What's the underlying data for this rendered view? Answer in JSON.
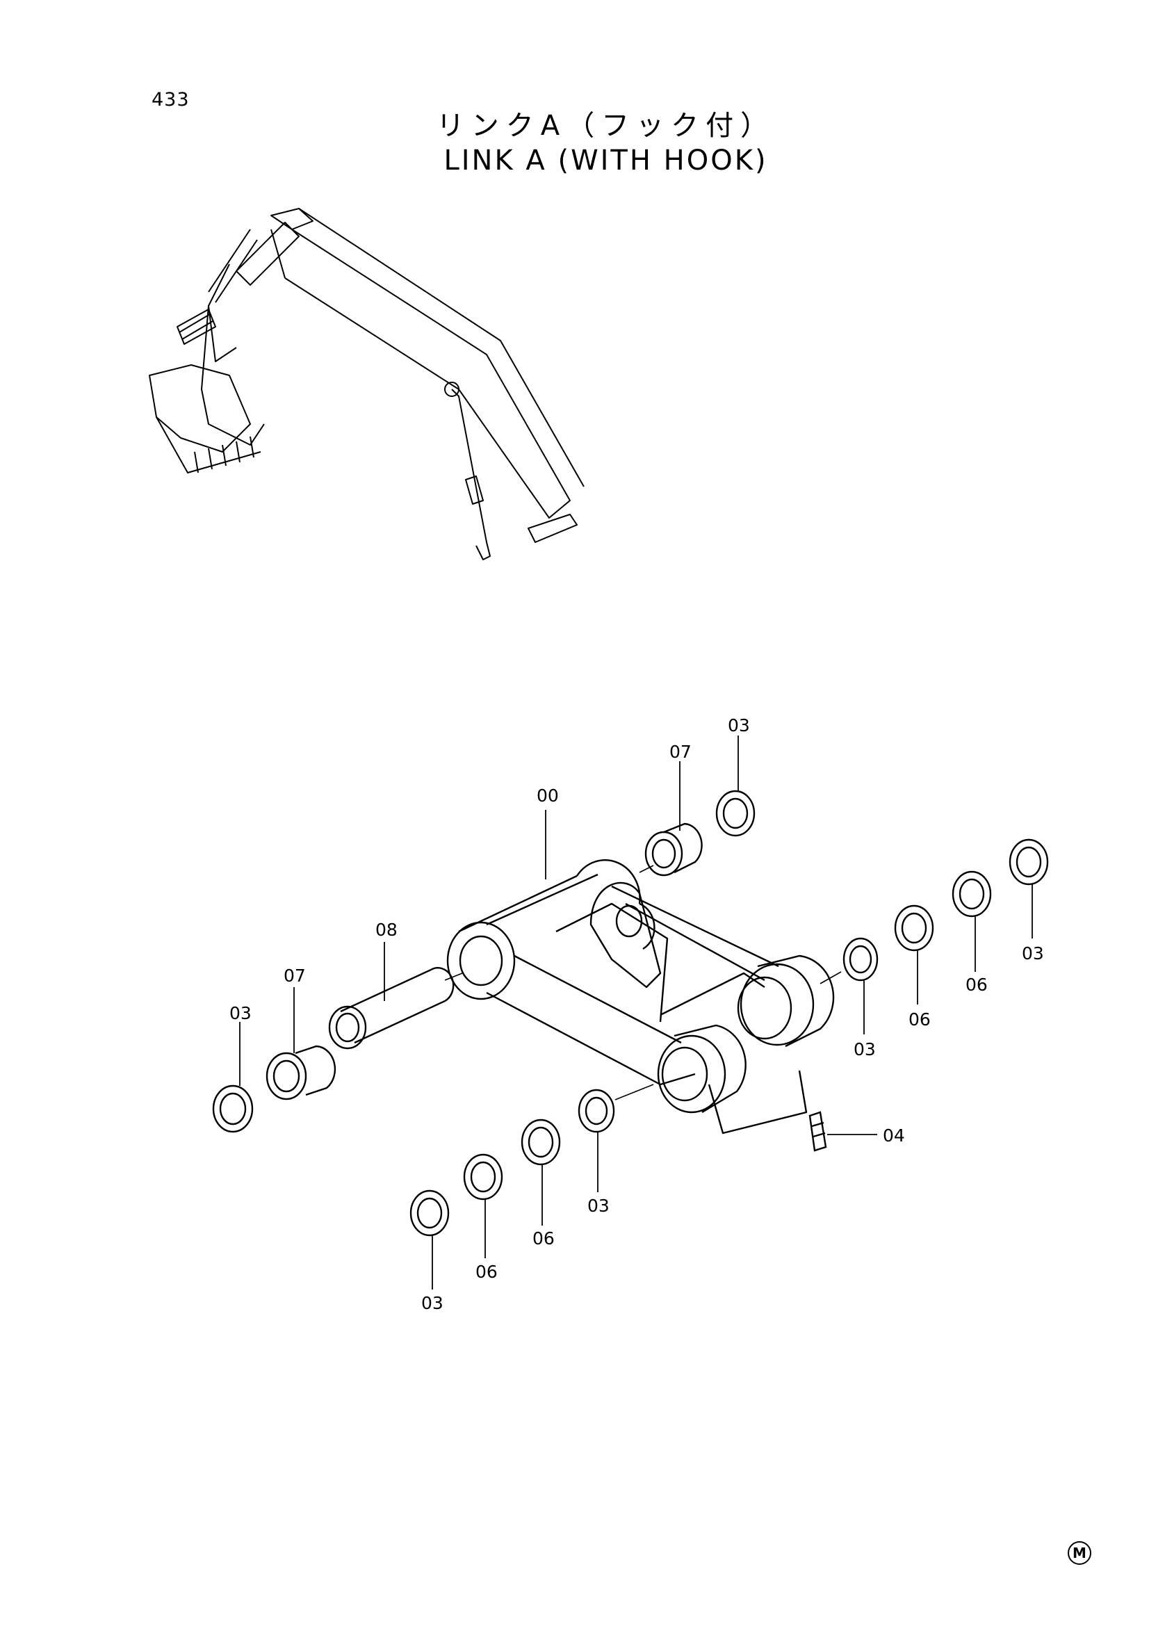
{
  "page": {
    "number": "433"
  },
  "title": {
    "japanese": "リンクA（フック付）",
    "english": "LINK A (WITH HOOK)"
  },
  "callouts": {
    "c00": "00",
    "c07_top": "07",
    "c03_top": "03",
    "c08": "08",
    "c07_left": "07",
    "c03_left": "03",
    "c03_r1": "03",
    "c06_r1": "06",
    "c06_r2": "06",
    "c03_r3": "03",
    "c04": "04",
    "c03_bm": "03",
    "c06_b1": "06",
    "c06_b2": "06",
    "c03_b": "03"
  },
  "mark": "M"
}
